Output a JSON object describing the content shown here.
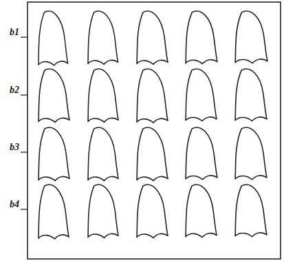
{
  "diagram": {
    "labels": [
      "b1",
      "b2",
      "b3",
      "b4"
    ]
  }
}
